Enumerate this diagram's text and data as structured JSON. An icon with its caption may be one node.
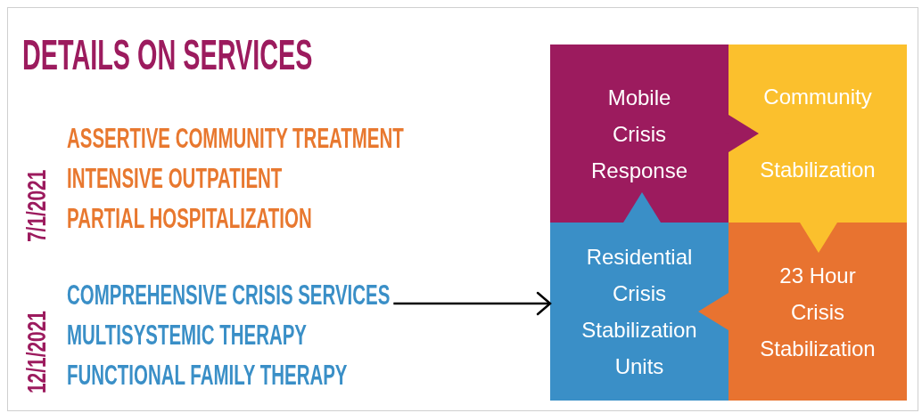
{
  "diagram": {
    "title": "DETAILS ON SERVICES",
    "nodes": [
      {
        "text": [
          "COMPREHENSIVE CRISIS SERVICES"
        ]
      },
      {
        "text": [
          "Mobile Crisis Response"
        ]
      },
      {
        "text": [
          "Community Stabilization"
        ]
      },
      {
        "text": [
          "Residential Crisis Stabilization Units"
        ]
      },
      {
        "text": [
          "23 Hour Crisis Stabilization"
        ]
      }
    ],
    "edges": [
      {
        "from": 0,
        "to": 3,
        "arrow": "to"
      },
      {
        "from": 1,
        "to": 2,
        "arrow": "to",
        "color": "#9c1b5e"
      },
      {
        "from": 2,
        "to": 4,
        "arrow": "to",
        "color": "#fbc02d"
      },
      {
        "from": 4,
        "to": 3,
        "arrow": "to",
        "color": "#e87330"
      },
      {
        "from": 3,
        "to": 1,
        "arrow": "to",
        "color": "#3a8fc7"
      }
    ],
    "labels": [
      "7/1/2021",
      "ASSERTIVE COMMUNITY TREATMENT",
      "INTENSIVE OUTPATIENT",
      "PARTIAL HOSPITALIZATION",
      "12/1/2021",
      "MULTISYSTEMIC THERAPY",
      "FUNCTIONAL FAMILY THERAPY"
    ]
  }
}
